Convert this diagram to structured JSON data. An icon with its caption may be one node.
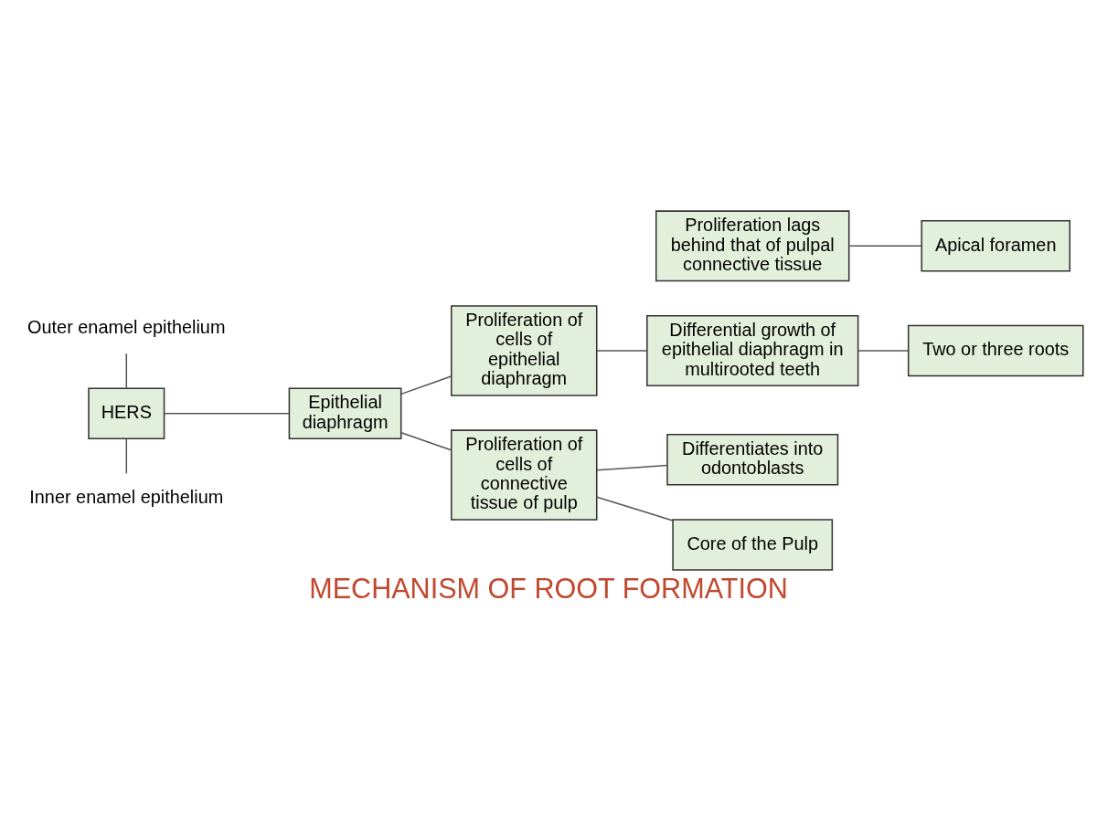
{
  "diagram": {
    "title": "MECHANISM OF ROOT FORMATION",
    "nodes": [
      {
        "text": [
          "Outer enamel epithelium"
        ]
      },
      {
        "text": [
          "HERS"
        ]
      },
      {
        "text": [
          "Inner enamel epithelium"
        ]
      },
      {
        "text": [
          "Epithelial diaphragm"
        ]
      },
      {
        "text": [
          "Proliferation of cells of epithelial diaphragm"
        ]
      },
      {
        "text": [
          "Proliferation of cells of connective tissue of pulp"
        ]
      },
      {
        "text": [
          "Differential growth of epithelial diaphragm in multirooted teeth"
        ]
      },
      {
        "text": [
          "Two or three roots"
        ]
      },
      {
        "text": [
          "Proliferation lags behind that of pulpal connective tissue"
        ]
      },
      {
        "text": [
          "Apical foramen"
        ]
      },
      {
        "text": [
          "Differentiates into odontoblasts"
        ]
      },
      {
        "text": [
          "Core of the Pulp"
        ]
      }
    ],
    "edges": [
      {
        "from": 0,
        "to": 1,
        "arrow": "none"
      },
      {
        "from": 1,
        "to": 2,
        "arrow": "none"
      },
      {
        "from": 1,
        "to": 3,
        "arrow": "none"
      },
      {
        "from": 3,
        "to": 4,
        "arrow": "none"
      },
      {
        "from": 3,
        "to": 5,
        "arrow": "none"
      },
      {
        "from": 4,
        "to": 6,
        "arrow": "none"
      },
      {
        "from": 6,
        "to": 7,
        "arrow": "none"
      },
      {
        "from": 8,
        "to": 9,
        "arrow": "none"
      },
      {
        "from": 5,
        "to": 10,
        "arrow": "none"
      },
      {
        "from": 5,
        "to": 11,
        "arrow": "none"
      }
    ]
  }
}
